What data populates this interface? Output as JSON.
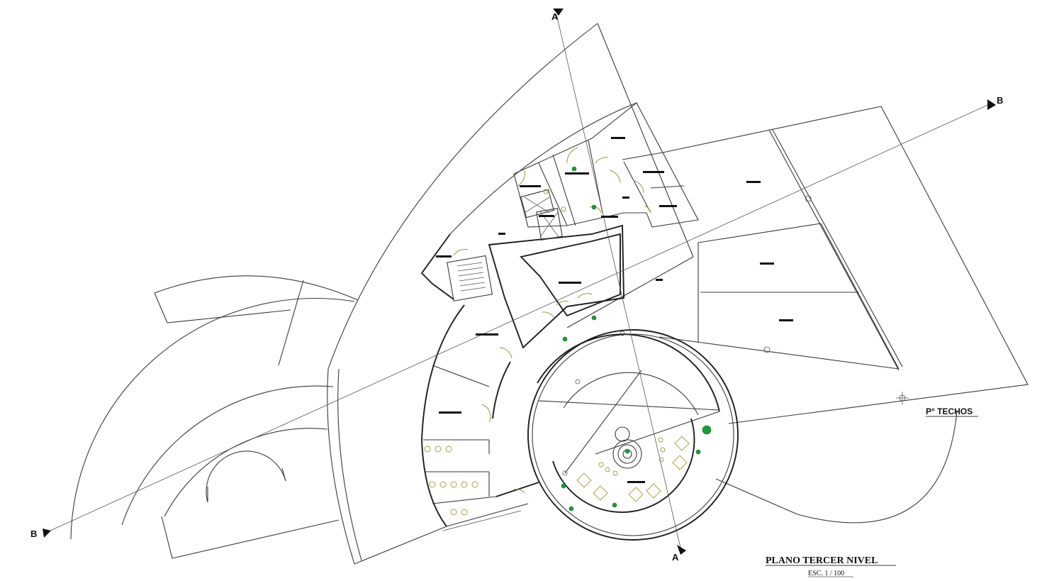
{
  "drawing": {
    "title": "PLANO TERCER NIVEL",
    "scale": "ESC. 1 / 100",
    "roof_label": "P° TECHOS"
  },
  "section_marks": {
    "a_top": "A",
    "a_bottom": "A",
    "b_left": "B",
    "b_right": "B"
  },
  "colors": {
    "linework": "#3a3a3a",
    "walls": "#1e1e1e",
    "doors_furniture": "#9a9638",
    "vegetation": "#1f9a3a"
  }
}
